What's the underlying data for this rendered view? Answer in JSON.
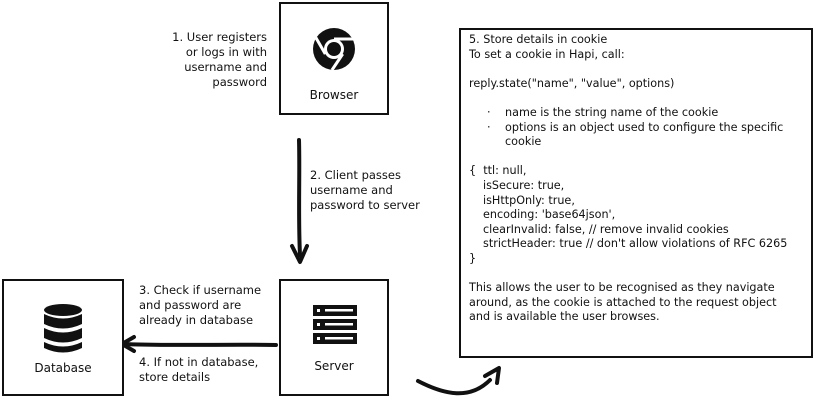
{
  "nodes": {
    "browser": "Browser",
    "server": "Server",
    "database": "Database"
  },
  "steps": {
    "step1": [
      "1. User registers",
      "or logs in with",
      "username and",
      "password"
    ],
    "step2": [
      "2. Client passes",
      "username and",
      "password to server"
    ],
    "step3": [
      "3. Check if username",
      "and password are",
      "already in database"
    ],
    "step4": [
      "4. If not in database,",
      "store details"
    ]
  },
  "panel": {
    "title": "5. Store details in cookie",
    "intro": "To set a cookie in Hapi, call:",
    "call": "reply.state(\"name\", \"value\", options)",
    "bullets": [
      "name is the string name of the cookie",
      "options is an object used to configure the specific cookie"
    ],
    "options_open": "{  ttl: null,",
    "options": [
      "isSecure: true,",
      "isHttpOnly: true,",
      "encoding: 'base64json',",
      "clearInvalid: false, // remove invalid cookies",
      "strictHeader: true // don't allow violations of RFC 6265"
    ],
    "options_close": "}",
    "footer": [
      "This allows the user to be recognised as they navigate",
      "around, as the cookie is attached to the request object",
      "and is available the user browses."
    ]
  }
}
